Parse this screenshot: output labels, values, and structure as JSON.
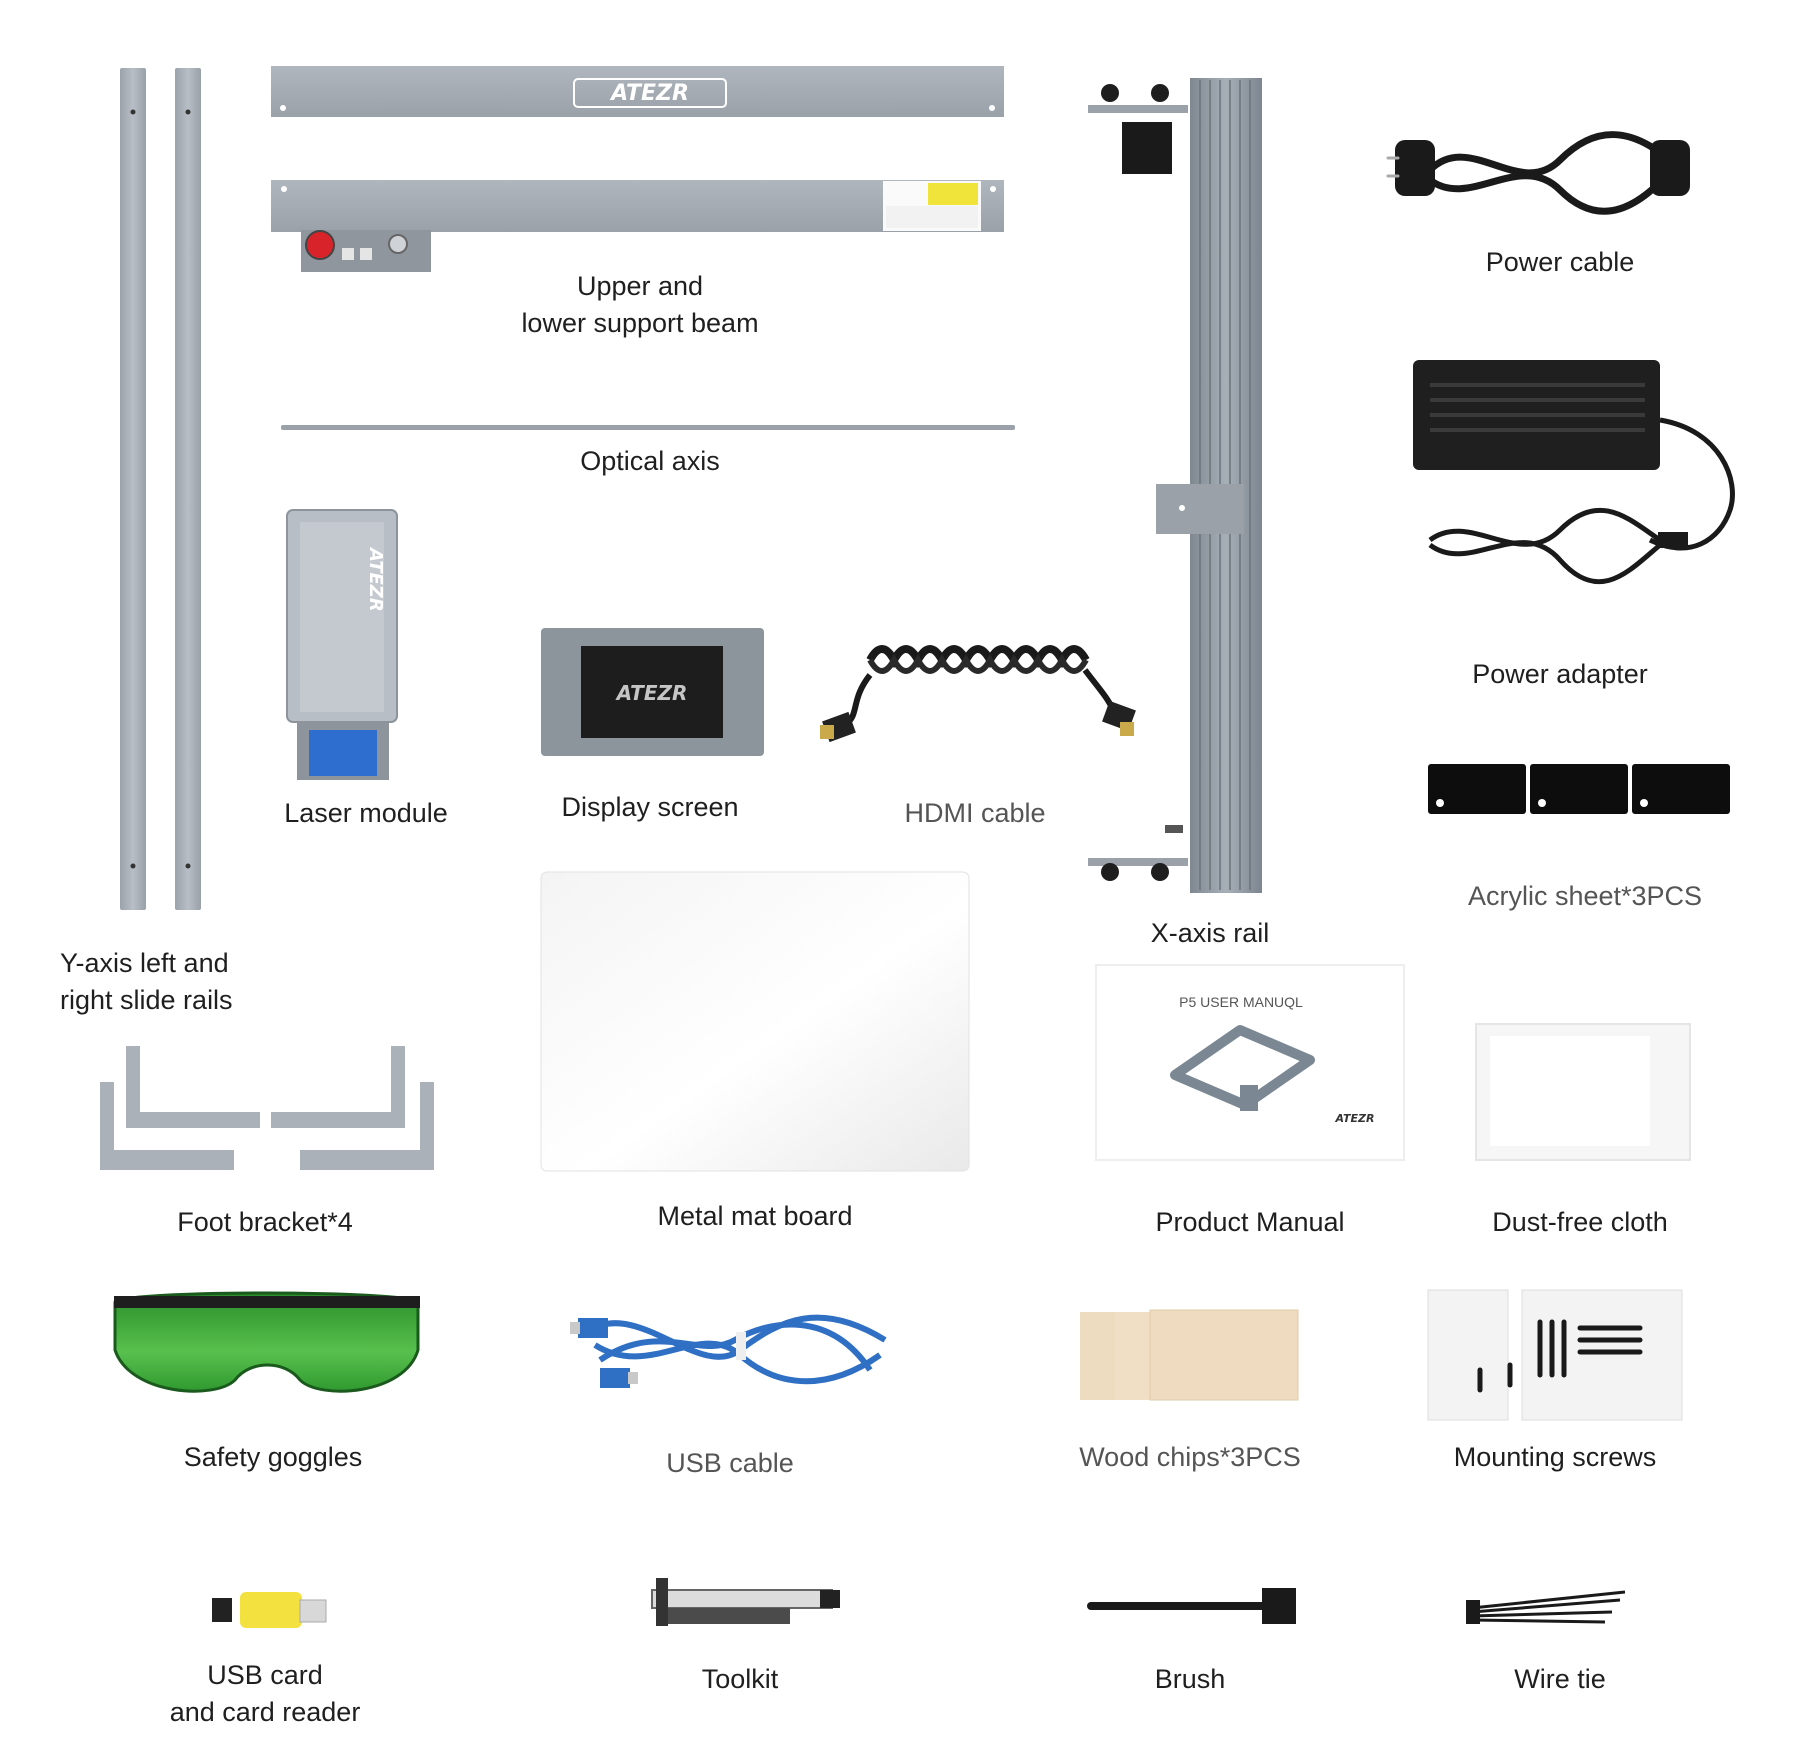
{
  "brand": {
    "logo_text": "ATEZR"
  },
  "manual": {
    "cover_title": "P5 USER MANUQL"
  },
  "items": {
    "y_rails": {
      "line1": "Y-axis left and",
      "line2": "right slide rails"
    },
    "support_beam": {
      "line1": "Upper and",
      "line2": "lower support beam"
    },
    "optical_axis": {
      "label": "Optical axis"
    },
    "x_rail": {
      "label": "X-axis rail"
    },
    "power_cable": {
      "label": "Power cable"
    },
    "power_adapter": {
      "label": "Power  adapter"
    },
    "laser_module": {
      "label": "Laser module"
    },
    "display_screen": {
      "label": "Display screen"
    },
    "hdmi_cable": {
      "label": "HDMI cable"
    },
    "acrylic_sheet": {
      "label": "Acrylic sheet*3PCS"
    },
    "foot_bracket": {
      "label": "Foot bracket*4"
    },
    "metal_mat": {
      "label": "Metal mat board"
    },
    "product_manual": {
      "label": "Product Manual"
    },
    "dust_cloth": {
      "label": "Dust-free cloth"
    },
    "safety_goggles": {
      "label": "Safety goggles"
    },
    "usb_cable": {
      "label": "USB cable"
    },
    "wood_chips": {
      "label": "Wood chips*3PCS"
    },
    "mounting_screws": {
      "label": "Mounting screws"
    },
    "usb_card": {
      "line1": "USB card",
      "line2": "and card reader"
    },
    "toolkit": {
      "label": "Toolkit"
    },
    "brush": {
      "label": "Brush"
    },
    "wire_tie": {
      "label": "Wire tie"
    }
  },
  "colors": {
    "aluminum": "#a9b0b8",
    "aluminum_dark": "#8d949c",
    "black": "#1a1a1a",
    "goggle_green": "#3fae3a",
    "usb_blue": "#2f6fc4",
    "wood": "#ecd9bb",
    "estop_red": "#d8232a",
    "warning_yellow": "#f0e43a"
  }
}
